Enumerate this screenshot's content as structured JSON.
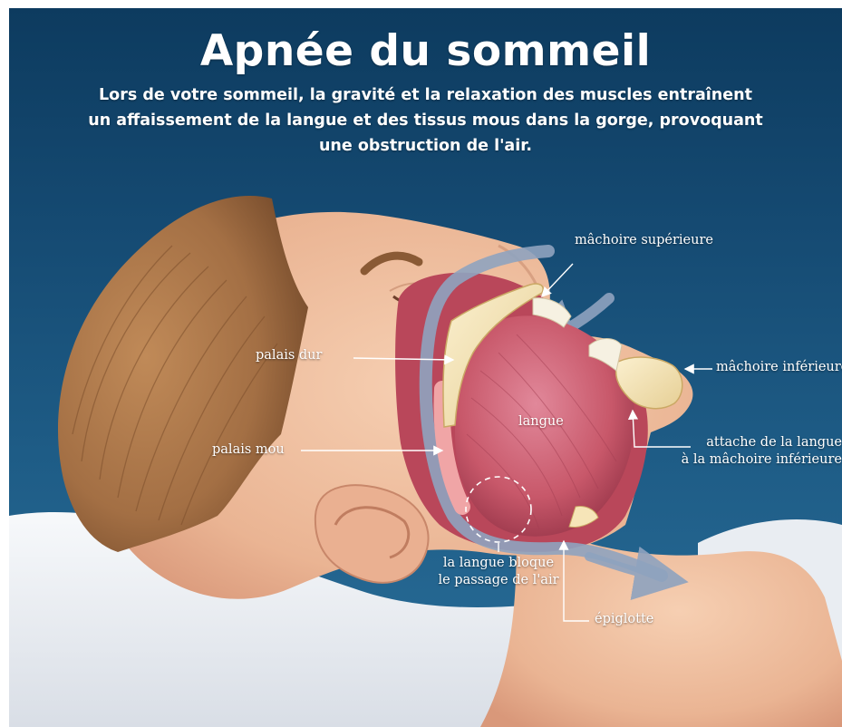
{
  "title": "Apnée du sommeil",
  "subtitle_lines": [
    "Lors de votre sommeil, la gravité et la relaxation des muscles entraînent",
    "un affaissement de la langue et des tissus mous dans la gorge, provoquant",
    "une obstruction de l'air."
  ],
  "labels": {
    "upper_jaw": "mâchoire supérieure",
    "hard_palate": "palais dur",
    "lower_jaw": "mâchoire inférieure",
    "tongue": "langue",
    "soft_palate": "palais mou",
    "tongue_attach_1": "attache de la langue",
    "tongue_attach_2": "à la mâchoire inférieure",
    "blocked_1": "la langue bloque",
    "blocked_2": "le passage de l'air",
    "epiglottis": "épiglotte"
  },
  "colors": {
    "background_top": "#0d3b5f",
    "background_bottom": "#2a6f9a",
    "skin": "#f2c4a6",
    "hair": "#a36f44",
    "tongue": "#c8586a",
    "airflow": "#8fa3bf",
    "pillow": "#eef1f5"
  }
}
